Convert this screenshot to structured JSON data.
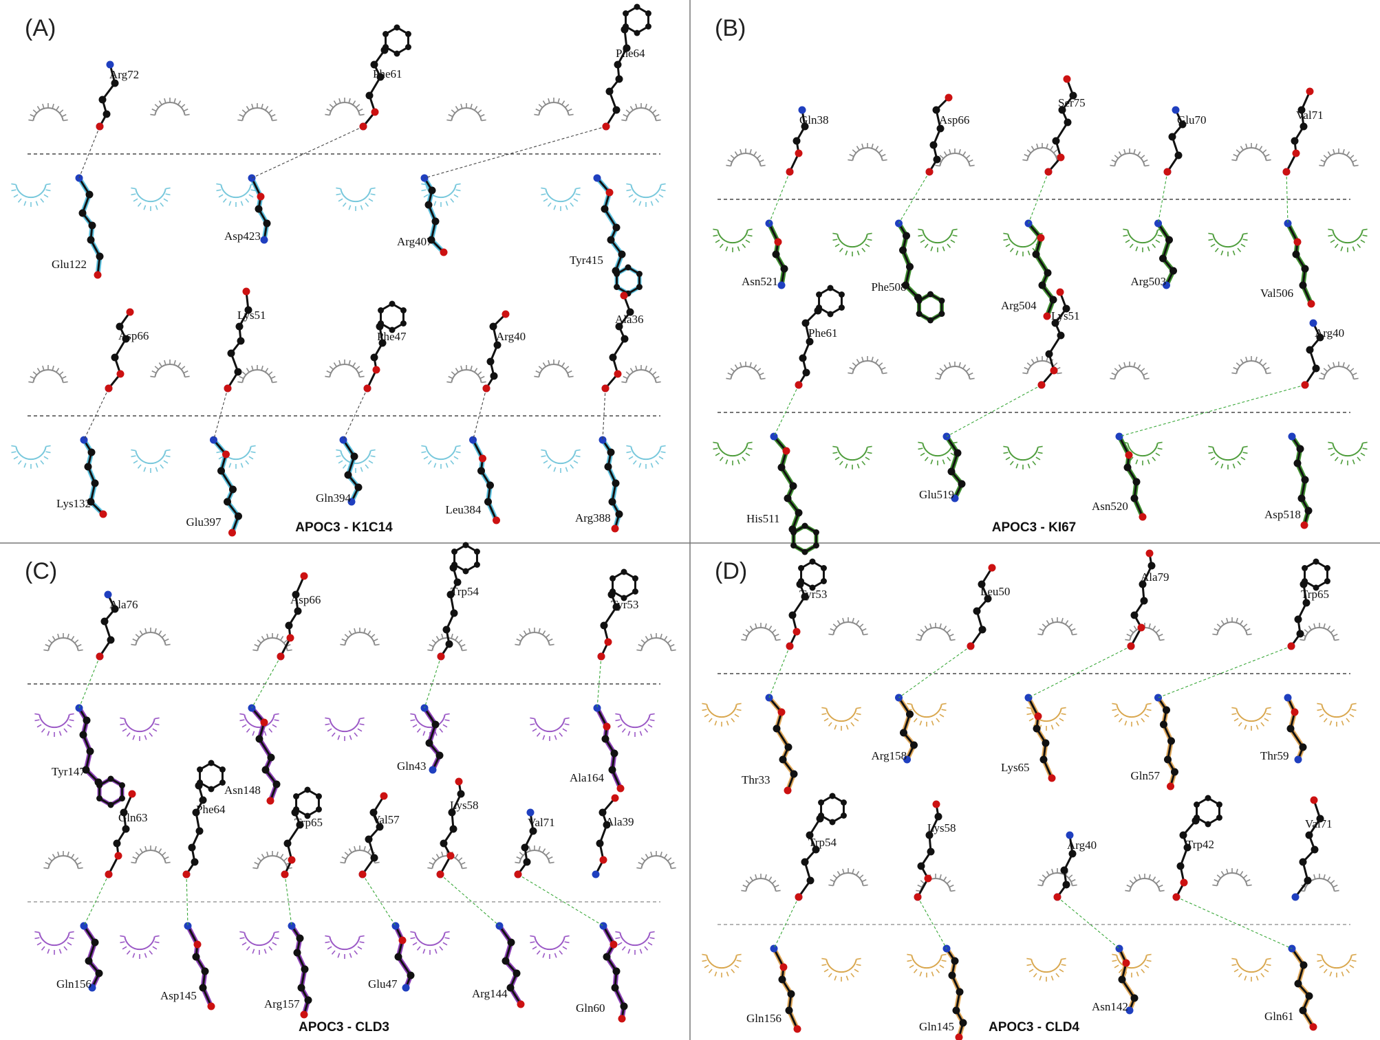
{
  "figure": {
    "panels": [
      {
        "id": "A",
        "label": "(A)",
        "caption": "APOC3 - K1C14",
        "colors": {
          "partner": "#5bc0de",
          "arc_partner": "#78c8dc",
          "arc_apoc3": "#8a8a8a",
          "hbond": "#444444"
        },
        "apoc3_residues_top": [
          "Arg72",
          "Phe61",
          "Phe64"
        ],
        "partner_residues_top": [
          "Glu122",
          "Asp423",
          "Arg407",
          "Tyr415"
        ],
        "apoc3_residues_bottom": [
          "Asp66",
          "Lys51",
          "Phe47",
          "Arg40",
          "Ala36"
        ],
        "partner_residues_bottom": [
          "Lys132",
          "Glu397",
          "Gln394",
          "Leu384",
          "Arg388"
        ]
      },
      {
        "id": "B",
        "label": "(B)",
        "caption": "APOC3 - KI67",
        "colors": {
          "partner": "#3e8e2f",
          "arc_partner": "#4e9d3c",
          "arc_apoc3": "#8a8a8a",
          "hbond": "#3aa83a"
        },
        "apoc3_residues_top": [
          "Gln38",
          "Asp66",
          "Ser75",
          "Glu70",
          "Val71"
        ],
        "partner_residues_top": [
          "Asn521",
          "Phe508",
          "Arg504",
          "Arg503",
          "Val506"
        ],
        "apoc3_residues_bottom": [
          "Phe61",
          "Lys51",
          "Arg40"
        ],
        "partner_residues_bottom": [
          "His511",
          "Glu519",
          "Asn520",
          "Asp518"
        ]
      },
      {
        "id": "C",
        "label": "(C)",
        "caption": "APOC3 - CLD3",
        "colors": {
          "partner": "#8b3fb5",
          "arc_partner": "#9b59c6",
          "arc_apoc3": "#8a8a8a",
          "hbond": "#3aa83a"
        },
        "apoc3_residues_top": [
          "Ala76",
          "Asp66",
          "Trp54",
          "Tyr53"
        ],
        "partner_residues_top": [
          "Tyr147",
          "Asn148",
          "Gln43",
          "Ala164"
        ],
        "apoc3_residues_bottom": [
          "Gln63",
          "Phe64",
          "Trp65",
          "Val57",
          "Lys58",
          "Val71",
          "Ala39"
        ],
        "partner_residues_bottom": [
          "Gln156",
          "Asp145",
          "Arg157",
          "Glu47",
          "Arg144",
          "Gln60"
        ]
      },
      {
        "id": "D",
        "label": "(D)",
        "caption": "APOC3 - CLD4",
        "colors": {
          "partner": "#e0a85a",
          "arc_partner": "#d9a74e",
          "arc_apoc3": "#8a8a8a",
          "hbond": "#3aa83a"
        },
        "apoc3_residues_top": [
          "Tyr53",
          "Leu50",
          "Ala79",
          "Trp65"
        ],
        "partner_residues_top": [
          "Thr33",
          "Arg158",
          "Lys65",
          "Gln57",
          "Thr59"
        ],
        "apoc3_residues_bottom": [
          "Trp54",
          "Lys58",
          "Arg40",
          "Trp42",
          "Val71"
        ],
        "partner_residues_bottom": [
          "Gln156",
          "Gln145",
          "Asn142",
          "Gln61"
        ]
      }
    ]
  }
}
